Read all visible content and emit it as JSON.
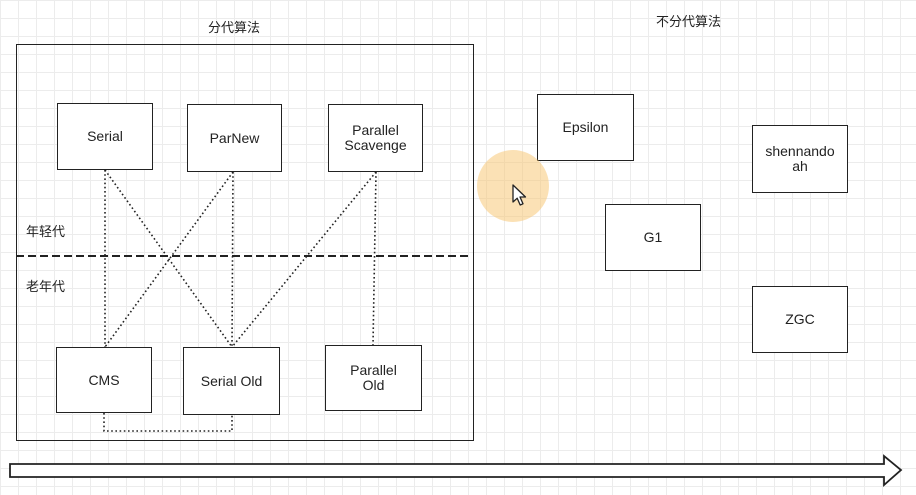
{
  "generational": {
    "title": "分代算法",
    "young_label": "年轻代",
    "old_label": "老年代",
    "collectors": {
      "serial": "Serial",
      "parnew": "ParNew",
      "parallel_scavenge": "Parallel\nScavenge",
      "cms": "CMS",
      "serial_old": "Serial Old",
      "parallel_old": "Parallel\nOld"
    }
  },
  "non_generational": {
    "title": "不分代算法",
    "collectors": {
      "epsilon": "Epsilon",
      "g1": "G1",
      "shenandoah": "shennando\nah",
      "zgc": "ZGC"
    }
  },
  "icons": {
    "cursor": "mouse-pointer-icon",
    "arrow": "timeline-arrow-icon"
  },
  "colors": {
    "line": "#222222",
    "cursor_halo": "#f7c878"
  }
}
